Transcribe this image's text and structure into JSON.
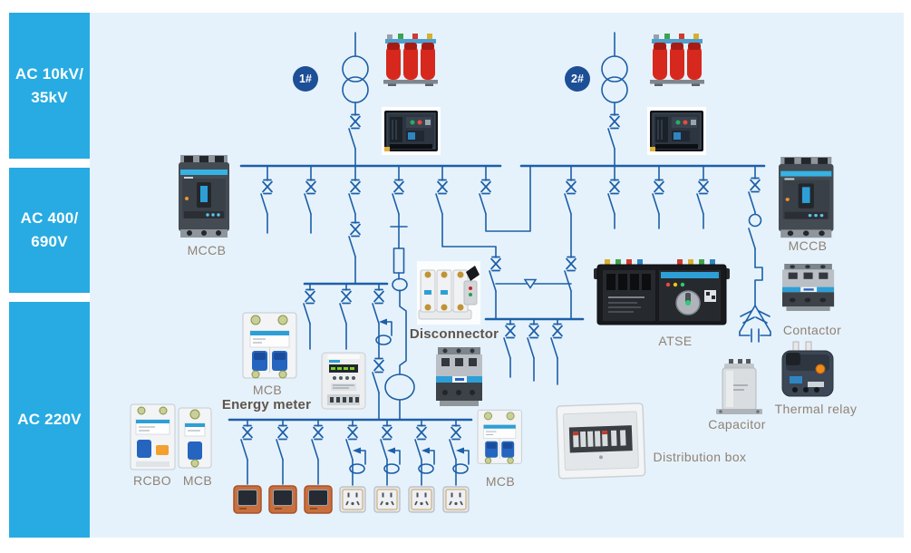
{
  "sidebar": {
    "boxes": [
      {
        "line1": "AC 10kV/",
        "line2": "35kV"
      },
      {
        "line1": "AC 400/",
        "line2": "690V"
      },
      {
        "line1": "AC 220V",
        "line2": ""
      }
    ]
  },
  "badges": {
    "transformer1": "1#",
    "transformer2": "2#"
  },
  "labels": {
    "mccb_left": "MCCB",
    "mccb_right": "MCCB",
    "mcb_top": "MCB",
    "energy_meter": "Energy meter",
    "disconnector": "Disconnector",
    "atse": "ATSE",
    "contactor": "Contactor",
    "thermal_relay": "Thermal relay",
    "capacitor": "Capacitor",
    "distribution_box": "Distribution box",
    "rcbo": "RCBO",
    "mcb_bottom_left": "MCB",
    "mcb_bottom_right": "MCB"
  },
  "colors": {
    "sidebar_cyan": "#27abe2",
    "panel_bg": "#e6f2fb",
    "line_blue": "#1c5fa8",
    "badge_navy": "#1d4f97",
    "label_gray": "#8f8275",
    "label_dark": "#5f544a",
    "transformer_red": "#d7281e",
    "switch_orange": "#c96f3e"
  }
}
